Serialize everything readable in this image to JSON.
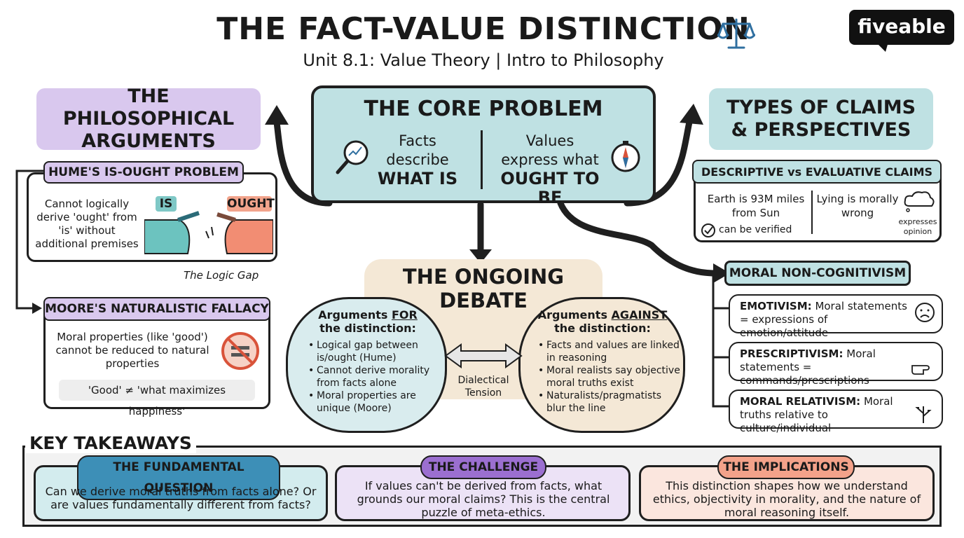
{
  "header": {
    "title": "THE FACT-VALUE DISTINCTION",
    "subtitle": "Unit 8.1: Value Theory | Intro to Philosophy",
    "logo": "fiveable",
    "icon": "scales-icon"
  },
  "left": {
    "title": "THE PHILOSOPHICAL ARGUMENTS",
    "hume": {
      "label": "HUME'S IS-OUGHT PROBLEM",
      "text": "Cannot logically derive 'ought' from 'is' without additional premises",
      "is_tag": "IS",
      "ought_tag": "OUGHT",
      "gap_caption": "The Logic Gap"
    },
    "moore": {
      "label": "MOORE'S NATURALISTIC FALLACY",
      "text": "Moral properties (like 'good') cannot be reduced to natural properties",
      "formula": "'Good' ≠ 'what maximizes happiness'"
    }
  },
  "core": {
    "title": "THE CORE PROBLEM",
    "facts_line1": "Facts",
    "facts_line2": "describe",
    "facts_line3": "WHAT IS",
    "values_line1": "Values",
    "values_line2": "express what",
    "values_line3": "OUGHT TO BE"
  },
  "debate": {
    "title": "THE ONGOING DEBATE",
    "for_title_pre": "Arguments ",
    "for_title_key": "FOR",
    "for_title_post": "the distinction:",
    "for_items": [
      "Logical gap between is/ought (Hume)",
      "Cannot derive morality from facts alone",
      "Moral properties are unique (Moore)"
    ],
    "against_title_pre": "Arguments ",
    "against_title_key": "AGAINST",
    "against_title_post": "the distinction:",
    "against_items": [
      "Facts and values are linked in reasoning",
      "Moral realists say objective moral truths exist",
      "Naturalists/pragmatists blur the line"
    ],
    "tension_line1": "Dialectical",
    "tension_line2": "Tension"
  },
  "right": {
    "title": "TYPES OF CLAIMS & PERSPECTIVES",
    "descriptive": {
      "label": "DESCRIPTIVE vs EVALUATIVE CLAIMS",
      "fact": "Earth is 93M miles from Sun",
      "verified": "can be verified",
      "value": "Lying is morally wrong",
      "opinion": "expresses opinion"
    },
    "noncog": {
      "label": "MORAL NON-COGNITIVISM",
      "emotivism_key": "EMOTIVISM:",
      "emotivism_text": "Moral statements = expressions of emotion/attitude",
      "prescriptivism_key": "PRESCRIPTIVISM:",
      "prescriptivism_text": "Moral statements = commands/prescriptions",
      "relativism_key": "MORAL RELATIVISM:",
      "relativism_text": "Moral truths relative to culture/individual"
    }
  },
  "takeaways": {
    "title": "KEY TAKEAWAYS",
    "cards": [
      {
        "label": "THE FUNDAMENTAL QUESTION",
        "text": "Can we derive moral truths from facts alone? Or are values fundamentally different from facts?"
      },
      {
        "label": "THE CHALLENGE",
        "text": "If values can't be derived from facts, what grounds our moral claims? This is the central puzzle of meta-ethics."
      },
      {
        "label": "THE IMPLICATIONS",
        "text": "This distinction shapes how we understand ethics, objectivity in morality, and the nature of moral reasoning itself."
      }
    ]
  },
  "colors": {
    "purple": "#d9c8ee",
    "teal": "#bfe1e3",
    "beige": "#f4e8d6",
    "orange": "#f2a48c",
    "blue_label": "#3d8fb7",
    "purple_label": "#9b6fd0",
    "orange_label": "#f3a28a"
  }
}
